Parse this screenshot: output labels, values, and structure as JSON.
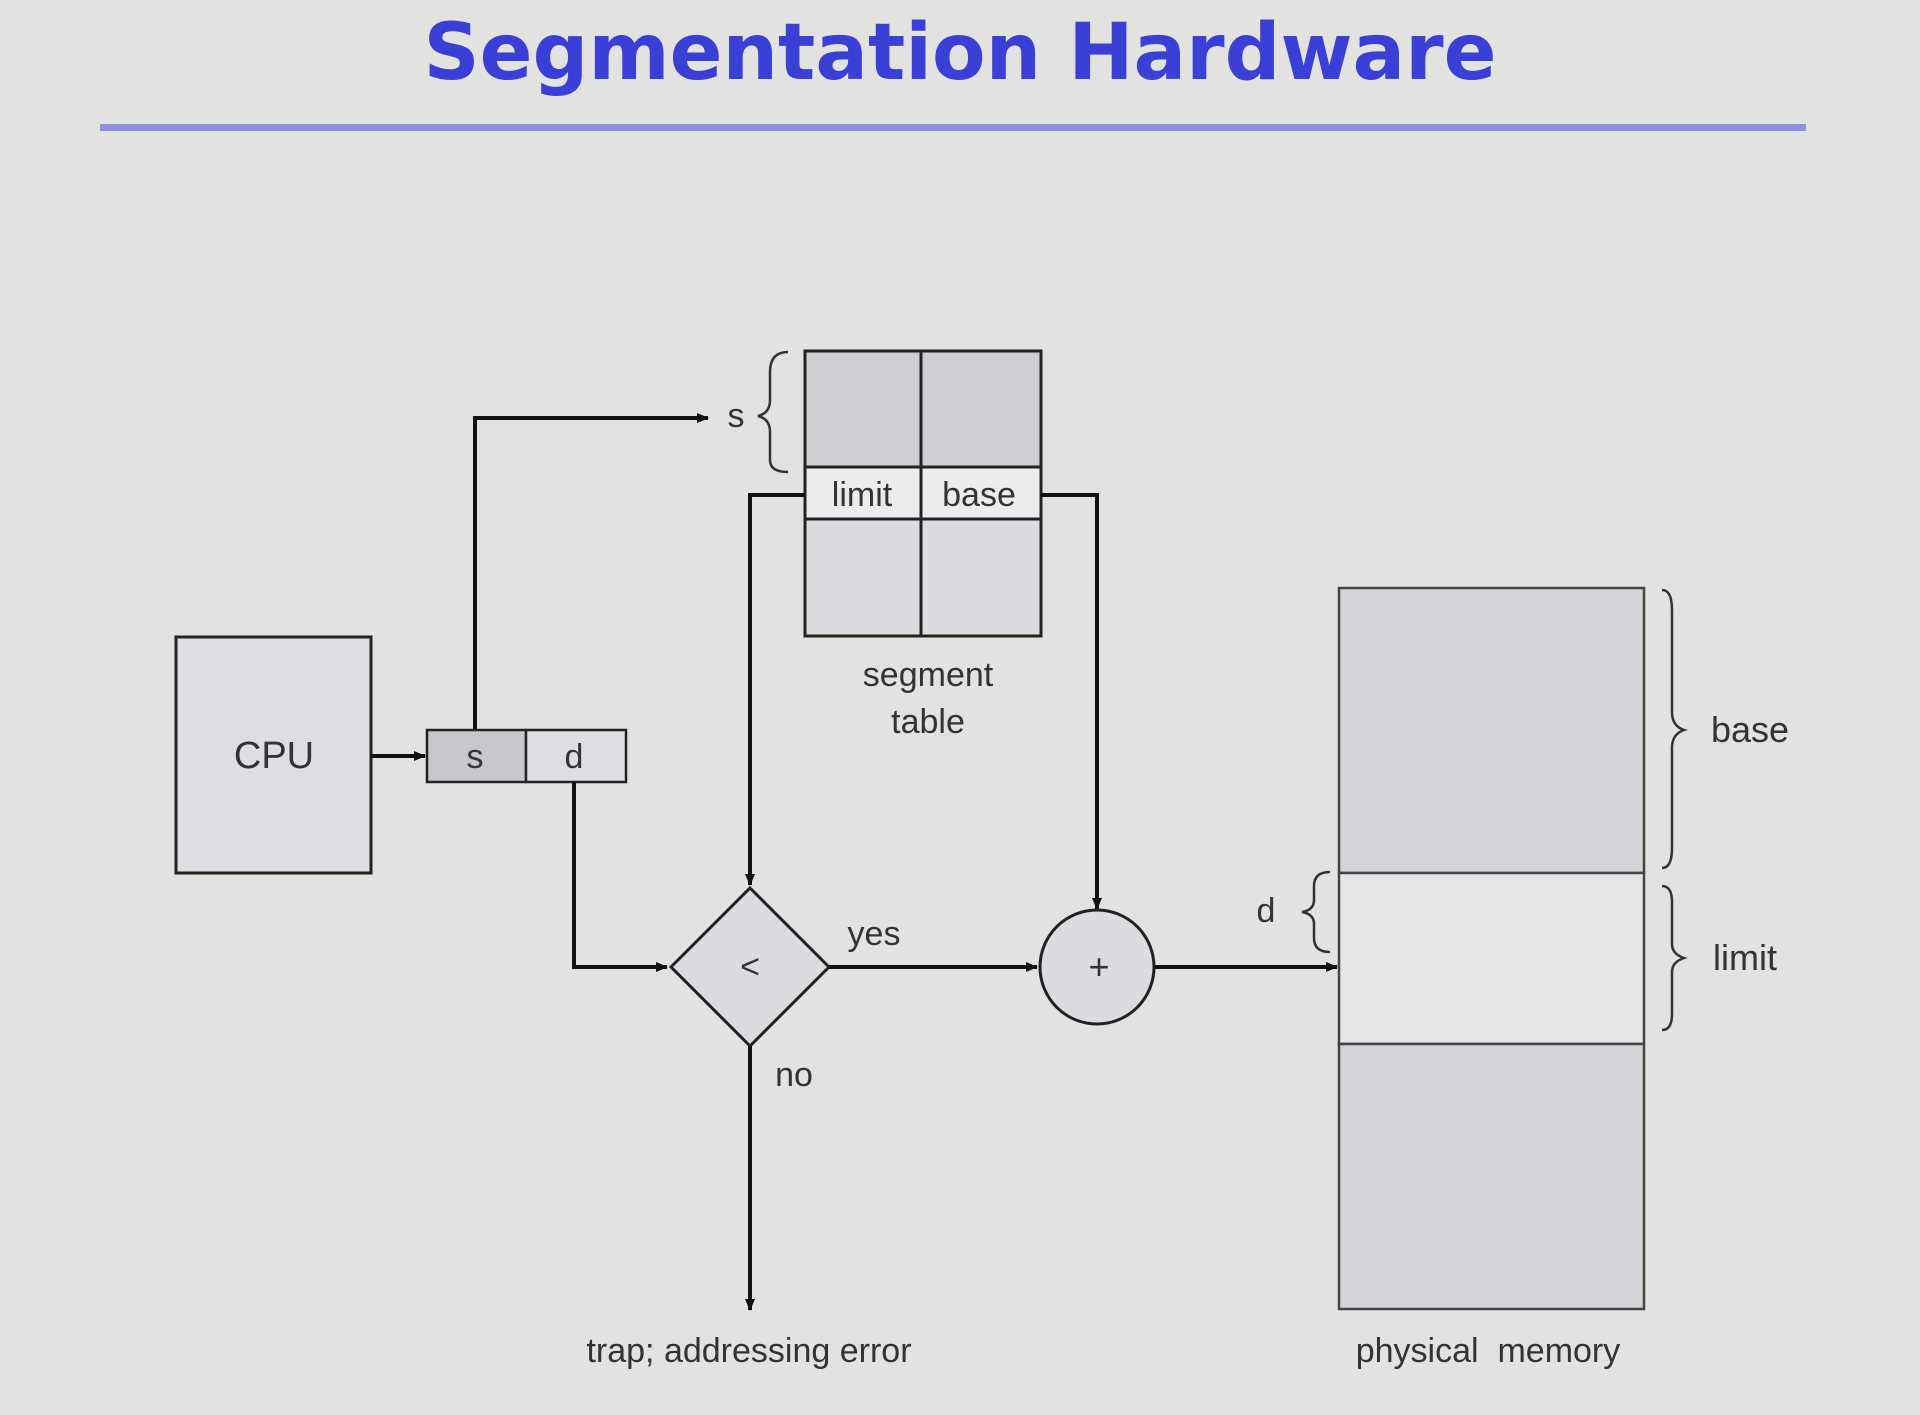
{
  "title": "Segmentation Hardware",
  "diagram": {
    "cpu_label": "CPU",
    "address_s": "s",
    "address_d": "d",
    "index_s": "s",
    "table_limit": "limit",
    "table_base": "base",
    "segment_table_line1": "segment",
    "segment_table_line2": "table",
    "compare_symbol": "<",
    "yes": "yes",
    "no": "no",
    "adder_symbol": "+",
    "trap": "trap; addressing error",
    "offset_d": "d",
    "memory_base": "base",
    "memory_limit": "limit",
    "physical_memory": "physical  memory"
  },
  "colors": {
    "title": "#3a3fd6",
    "rule": "#8f8ee0",
    "shaded_cell": "#cfced3",
    "light_cell": "#dcdce0",
    "memory_block": "#d4d3d8"
  }
}
